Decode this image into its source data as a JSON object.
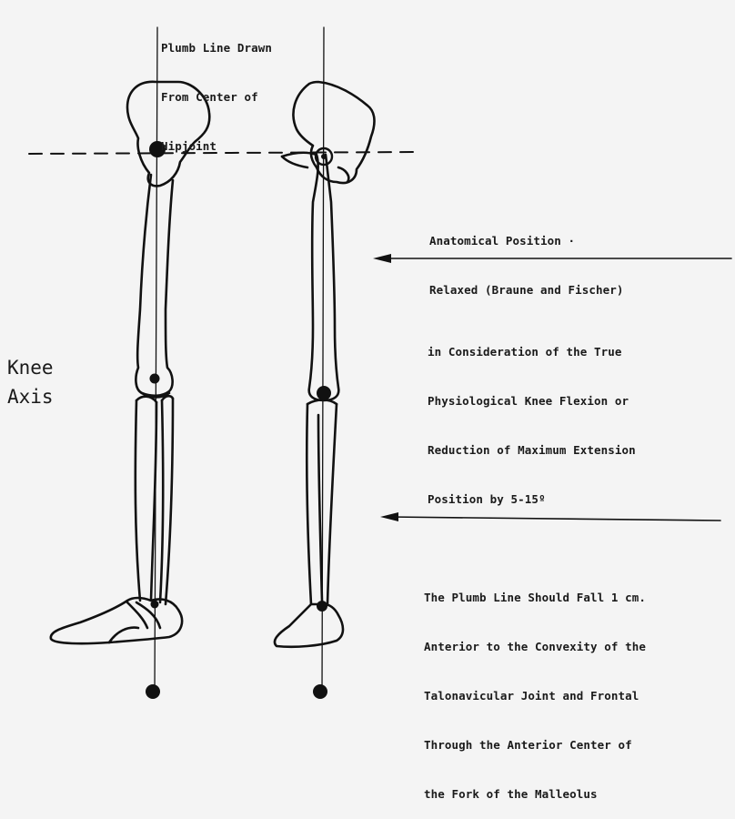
{
  "labels": {
    "plumb_line_title": [
      "Plumb Line Drawn",
      "From Center of",
      "Hipjoint"
    ],
    "knee_axis": [
      "Knee",
      "Axis"
    ],
    "anatomical_position": [
      "Anatomical Position ·",
      "Relaxed (Braune and Fischer)"
    ],
    "consideration": [
      "in Consideration of the True",
      "Physiological Knee Flexion or",
      "Reduction of Maximum Extension",
      "Position by 5-15º"
    ],
    "plumb_line_fall": [
      "The Plumb Line Should Fall 1 cm.",
      "Anterior to the Convexity of the",
      "Talonavicular Joint and Frontal",
      "Through the Anterior Center of",
      "the Fork of the Malleolus"
    ]
  },
  "colors": {
    "ink": "#111111",
    "paper": "#f4f4f4"
  }
}
